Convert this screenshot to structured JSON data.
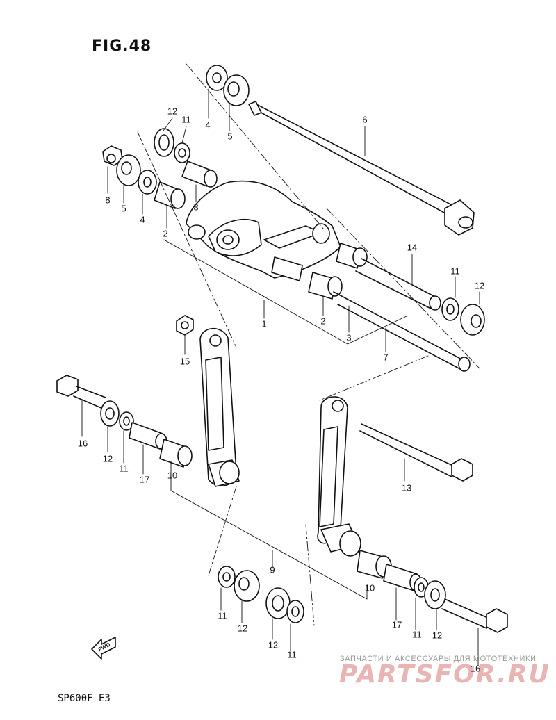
{
  "figure": {
    "title": "FIG.48",
    "model": "SP600F  E3",
    "fwd_arrow_label": "FWD"
  },
  "watermark": {
    "line1": "ЗАПЧАСТИ И АКСЕССУАРЫ ДЛЯ МОТОТЕХНИКИ",
    "line2": "PARTSFOR.RU"
  },
  "callouts": {
    "c1": "1",
    "c2a": "2",
    "c2b": "2",
    "c3a": "3",
    "c3b": "3",
    "c4a": "4",
    "c4b": "4",
    "c5a": "5",
    "c5b": "5",
    "c6": "6",
    "c7": "7",
    "c8": "8",
    "c9": "9",
    "c10a": "10",
    "c10b": "10",
    "c11a": "11",
    "c11b": "11",
    "c11c": "11",
    "c11d": "11",
    "c11e": "11",
    "c11f": "11",
    "c12a": "12",
    "c12b": "12",
    "c12c": "12",
    "c12d": "12",
    "c12e": "12",
    "c12f": "12",
    "c13": "13",
    "c14": "14",
    "c15": "15",
    "c16a": "16",
    "c16b": "16",
    "c17a": "17",
    "c17b": "17"
  }
}
